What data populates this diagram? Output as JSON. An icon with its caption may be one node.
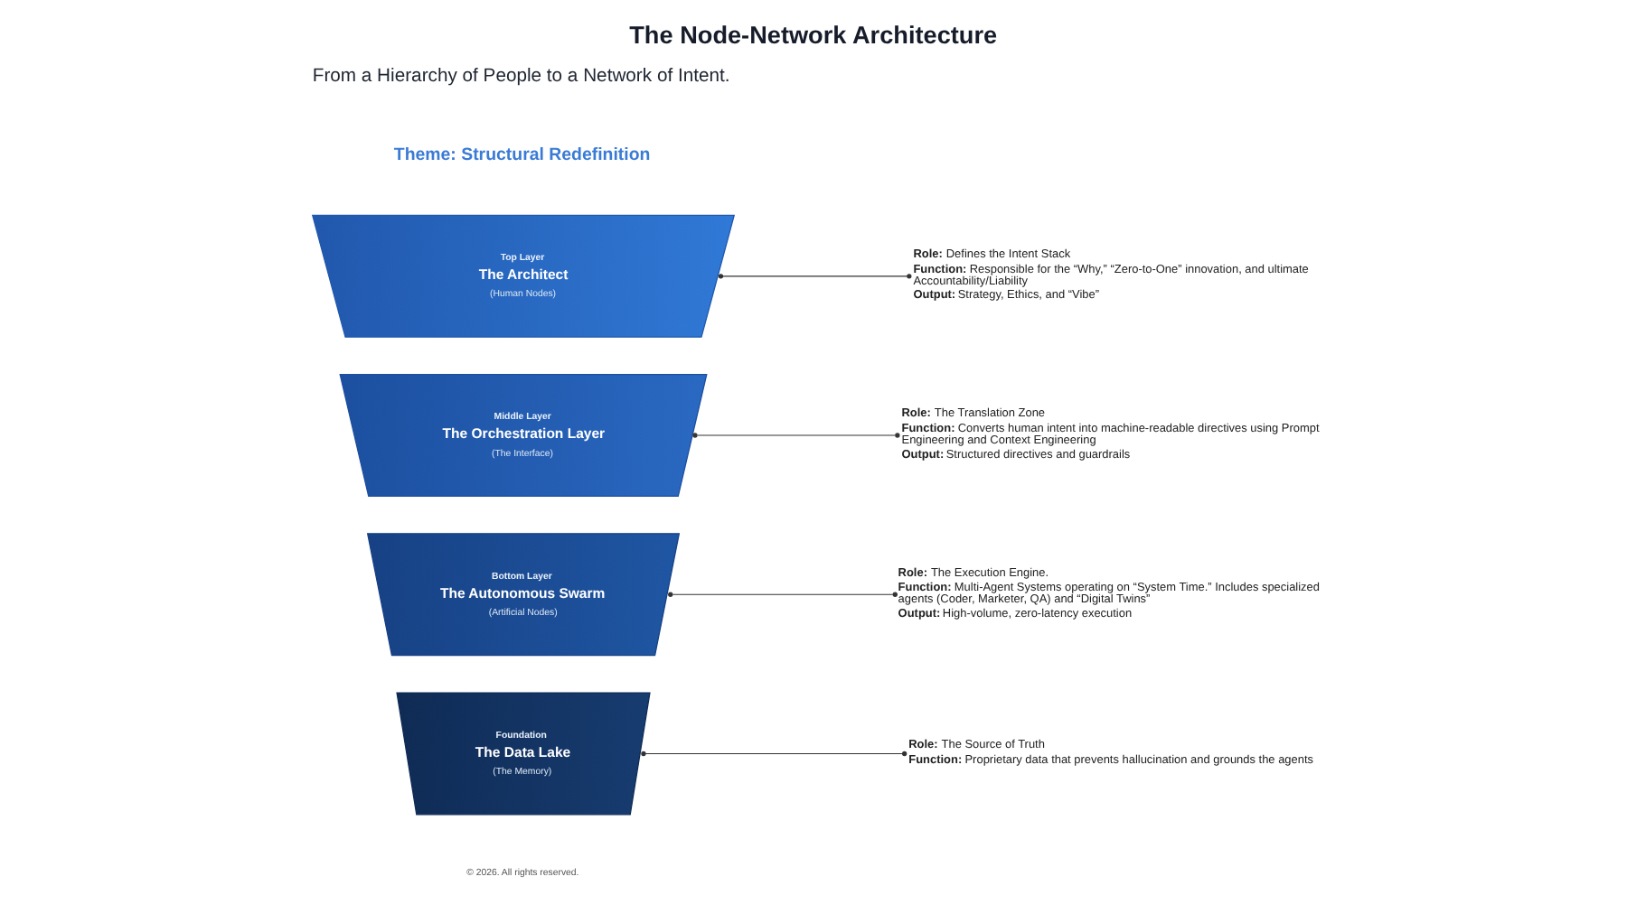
{
  "diagram": {
    "title": "The Node-Network Architecture",
    "nodes": [
      {
        "text": [
          "Top Layer",
          "The Architect",
          "(Human Nodes)"
        ]
      },
      {
        "text": [
          "Middle Layer",
          "The Orchestration Layer",
          "(The Interface)"
        ]
      },
      {
        "text": [
          "Bottom Layer",
          "The Autonomous Swarm",
          "(Artificial Nodes)"
        ]
      },
      {
        "text": [
          "Foundation",
          "The Data Lake",
          "(The Memory)"
        ]
      },
      {
        "text": [
          "**Role:** Defines the Intent Stack",
          "**Function:** Responsible for the “Why,” “Zero-to-One” innovation, and ultimate Accountability/Liability",
          "**Output:** Strategy, Ethics, and “Vibe”"
        ]
      },
      {
        "text": [
          "**Role:** The Translation Zone",
          "**Function:** Converts human intent into machine-readable directives using Prompt Engineering and Context Engineering",
          "**Output:** Structured directives and guardrails"
        ]
      },
      {
        "text": [
          "**Role:** The Execution Engine.",
          "**Function:** Multi-Agent Systems operating on “System Time.” Includes specialized agents (Coder, Marketer, QA) and “Digital Twins”",
          "**Output:** High-volume, zero-latency execution"
        ]
      },
      {
        "text": [
          "**Role:** The Source of Truth",
          "**Function:** Proprietary data that prevents hallucination and grounds the agents"
        ]
      }
    ],
    "edges": [
      {
        "from": 0,
        "to": 4,
        "arrow": "other"
      },
      {
        "from": 1,
        "to": 5,
        "arrow": "other"
      },
      {
        "from": 2,
        "to": 6,
        "arrow": "other"
      },
      {
        "from": 3,
        "to": 7,
        "arrow": "other"
      }
    ],
    "labels": [
      "From a Hierarchy of People to a Network of Intent.",
      "Theme: Structural Redefinition",
      "© 2026. All rights reserved."
    ]
  }
}
